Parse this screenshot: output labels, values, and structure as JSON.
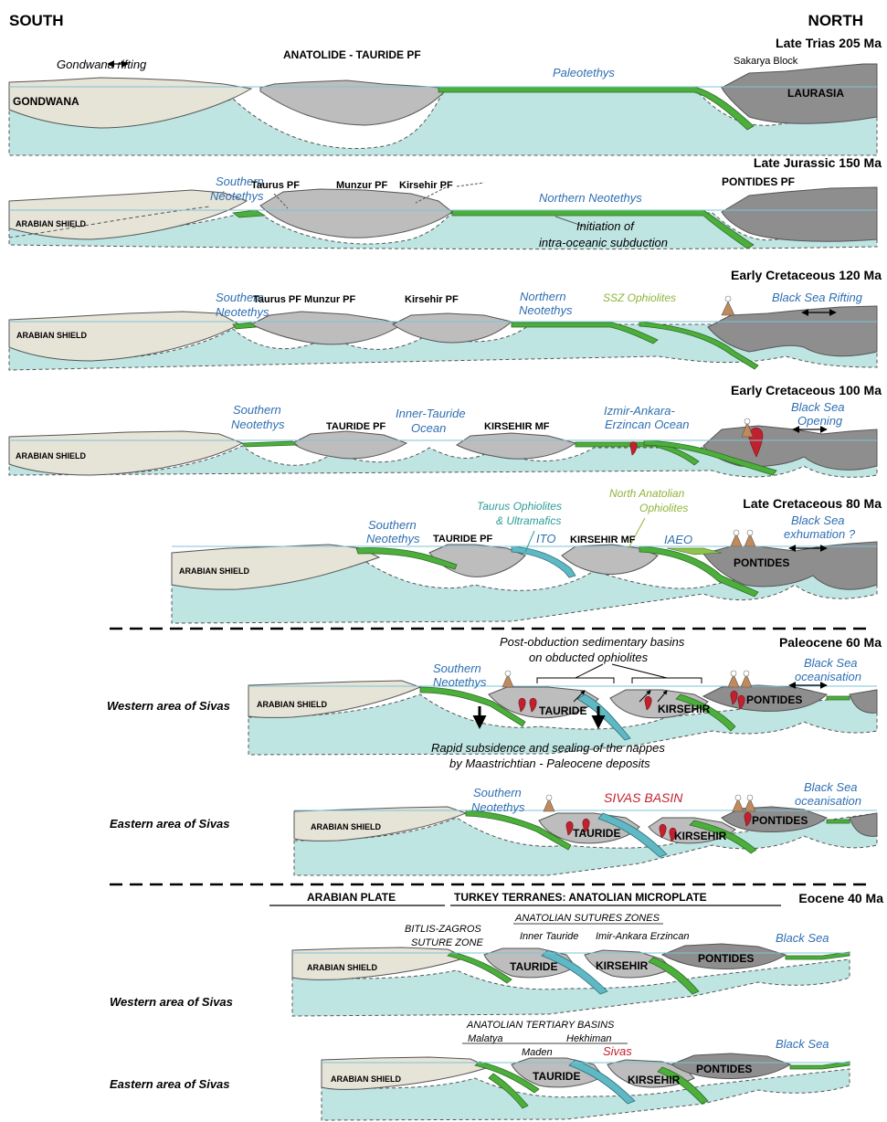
{
  "header": {
    "south": "SOUTH",
    "north": "NORTH"
  },
  "colors": {
    "ocean_blue": "#2f6fb2",
    "red": "#c0212f",
    "green_label": "#8fb43a",
    "teal_label": "#2a9d96",
    "continent_light": "#e6e3d7",
    "crust_gray": "#bdbdbd",
    "dark_gray": "#8e8e8e",
    "mantle": "#bfe5e3",
    "slab_green": "#4caf3c",
    "slab_teal": "#5fb8c4"
  },
  "panels": {
    "p1": {
      "age": "Late Trias 205 Ma",
      "gondwana_rifting": "Gondwana rifting",
      "gondwana": "GONDWANA",
      "anatolide": "ANATOLIDE - TAURIDE PF",
      "paleotethys": "Paleotethys",
      "sakarya": "Sakarya Block",
      "laurasia": "LAURASIA"
    },
    "p2": {
      "age": "Late Jurassic 150 Ma",
      "arabian": "ARABIAN SHIELD",
      "southern_a": "Southern",
      "southern_b": "Néotethys",
      "taurus": "Taurus PF",
      "munzur": "Munzur PF",
      "kirsehir": "Kirsehir PF",
      "northern": "Northern Neotethys",
      "pontides": "PONTIDES PF",
      "initiation_a": "Initiation of",
      "initiation_b": "intra-oceanic subduction"
    },
    "p3": {
      "age": "Early Cretaceous 120 Ma",
      "arabian": "ARABIAN SHIELD",
      "southern_a": "Southern",
      "southern_b": "Neotethys",
      "taurus_munzur": "Taurus PF Munzur PF",
      "kirsehir": "Kirsehir PF",
      "northern_a": "Northern",
      "northern_b": "Neotethys",
      "ssz": "SSZ Ophiolites",
      "blacksea": "Black Sea Rifting"
    },
    "p4": {
      "age": "Early Cretaceous 100 Ma",
      "arabian": "ARABIAN SHIELD",
      "southern_a": "Southern",
      "southern_b": "Neotethys",
      "tauride": "TAURIDE PF",
      "inner_a": "Inner-Tauride",
      "inner_b": "Ocean",
      "kirsehir": "KIRSEHIR MF",
      "izmir_a": "Izmir-Ankara-",
      "izmir_b": "Erzincan Ocean",
      "blacksea_a": "Black Sea",
      "blacksea_b": "Opening"
    },
    "p5": {
      "age": "Late Cretaceous 80 Ma",
      "arabian": "ARABIAN SHIELD",
      "southern_a": "Southern",
      "southern_b": "Neotethys",
      "taurus_oph_a": "Taurus Ophiolites",
      "taurus_oph_b": "& Ultramafics",
      "north_ana_a": "North Anatolian",
      "north_ana_b": "Ophiolites",
      "tauride": "TAURIDE PF",
      "ito": "ITO",
      "kirsehir": "KIRSEHIR MF",
      "iaeo": "IAEO",
      "pontides": "PONTIDES",
      "blacksea_a": "Black Sea",
      "blacksea_b": "exhumation ?"
    },
    "p6": {
      "age": "Paleocene 60 Ma",
      "post_a": "Post-obduction sedimentary basins",
      "post_b": "on obducted ophiolites",
      "western": "Western area of Sivas",
      "arabian": "ARABIAN SHIELD",
      "southern_a": "Southern",
      "southern_b": "Neotethys",
      "tauride": "TAURIDE",
      "kirsehir": "KIRSEHIR",
      "pontides": "PONTIDES",
      "blacksea_a": "Black Sea",
      "blacksea_b": "oceanisation",
      "rapid_a": "Rapid subsidence and sealing of the nappes",
      "rapid_b": "by Maastrichtian - Paleocene deposits"
    },
    "p7": {
      "eastern": "Eastern area of Sivas",
      "arabian": "ARABIAN SHIELD",
      "southern_a": "Southern",
      "southern_b": "Neotethys",
      "sivas_basin": "SIVAS BASIN",
      "tauride": "TAURIDE",
      "kirsehir": "KIRSEHIR",
      "pontides": "PONTIDES",
      "blacksea_a": "Black Sea",
      "blacksea_b": "oceanisation"
    },
    "p8": {
      "arabian_plate": "ARABIAN PLATE",
      "turkey": "TURKEY TERRANES: ANATOLIAN MICROPLATE",
      "age": "Eocene 40 Ma",
      "sutures": "ANATOLIAN SUTURES ZONES",
      "bitlis_a": "BITLIS-ZAGROS",
      "bitlis_b": "SUTURE ZONE",
      "inner": "Inner Tauride",
      "imir": "Imir-Ankara Erzincan",
      "blacksea": "Black Sea",
      "western": "Western area of Sivas",
      "arabian": "ARABIAN SHIELD",
      "tauride": "TAURIDE",
      "kirsehir": "KIRSEHIR",
      "pontides": "PONTIDES"
    },
    "p9": {
      "tertiary": "ANATOLIAN TERTIARY BASINS",
      "malatya": "Malatya",
      "hekhiman": "Hekhiman",
      "maden": "Maden",
      "sivas": "Sivas",
      "blacksea": "Black Sea",
      "eastern": "Eastern area of Sivas",
      "arabian": "ARABIAN SHIELD",
      "tauride": "TAURIDE",
      "kirsehir": "KIRSEHIR",
      "pontides": "PONTIDES"
    }
  }
}
